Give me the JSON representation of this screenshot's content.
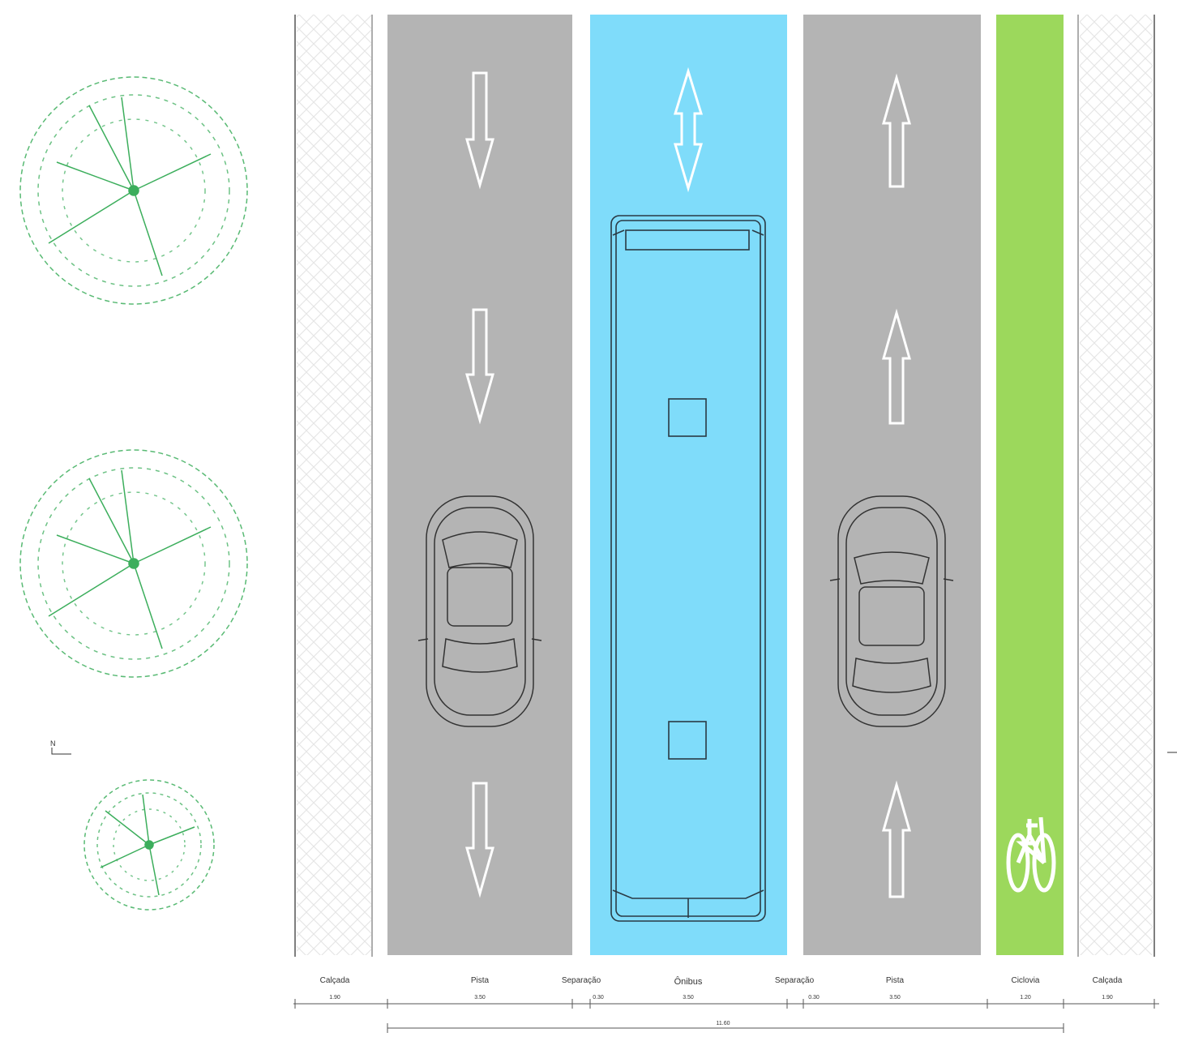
{
  "colors": {
    "road": "#b4b4b4",
    "bus_lane": "#7fdcfa",
    "bike_lane": "#9cd85c",
    "tree": "#3cae5c",
    "sidewalk_hatch": "#e4e4e4",
    "marking": "#ffffff",
    "vehicle_outline": "#333333"
  },
  "icons": [
    "tree-icon",
    "arrow-down-icon",
    "arrow-up-icon",
    "arrow-double-icon",
    "car-icon",
    "bus-icon",
    "bicycle-icon",
    "north-arrow-icon"
  ],
  "section": {
    "strips": [
      {
        "name": "Calçada",
        "width": "1.90"
      },
      {
        "name": "Pista",
        "width": "3.50"
      },
      {
        "name": "Separação",
        "width": "0.30"
      },
      {
        "name": "Ônibus",
        "width": "3.50"
      },
      {
        "name": "Separação",
        "width": "0.30"
      },
      {
        "name": "Pista",
        "width": "3.50"
      },
      {
        "name": "Ciclovia",
        "width": "1.20"
      },
      {
        "name": "Calçada",
        "width": "1.90"
      }
    ],
    "total_width": "11.60"
  },
  "north_label": "N"
}
